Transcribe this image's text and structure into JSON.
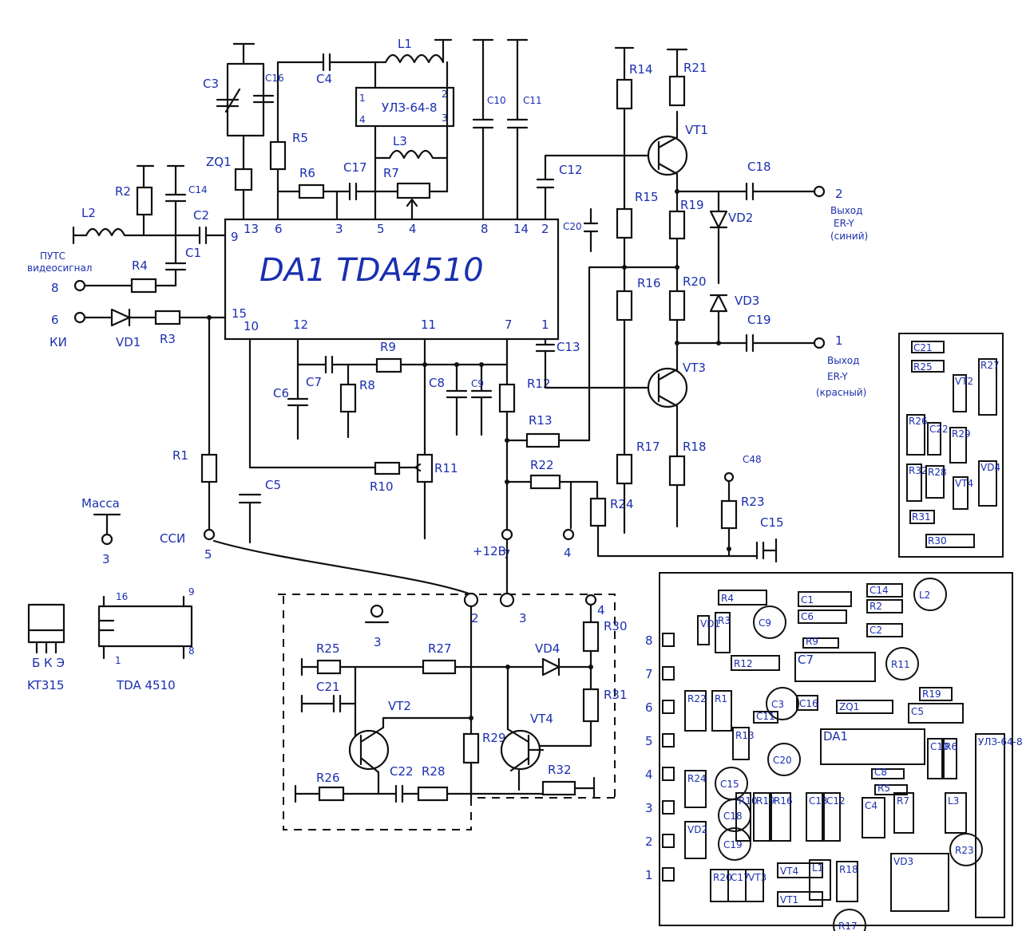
{
  "chip": {
    "ref": "DA1",
    "part": "TDA4510"
  },
  "module": "УЛЗ-64-8",
  "pins": {
    "p9": "9",
    "p13": "13",
    "p6": "6",
    "p3": "3",
    "p5": "5",
    "p4": "4",
    "p8": "8",
    "p14": "14",
    "p2": "2",
    "p15": "15",
    "p10": "10",
    "p12": "12",
    "p11": "11",
    "p7": "7",
    "p1": "1"
  },
  "module_pins": {
    "a": "1",
    "b": "2",
    "c": "4",
    "d": "3"
  },
  "parts": {
    "C3": "C3",
    "C16": "C16",
    "C4": "C4",
    "L1": "L1",
    "L3": "L3",
    "C10": "C10",
    "C11": "C11",
    "R14": "R14",
    "R21": "R21",
    "VT1": "VT1",
    "ZQ1": "ZQ1",
    "R5": "R5",
    "R6": "R6",
    "C17": "C17",
    "R7": "R7",
    "C12": "C12",
    "C18": "C18",
    "R2": "R2",
    "C14": "C14",
    "L2": "L2",
    "C2": "C2",
    "C1": "C1",
    "R4": "R4",
    "R15": "R15",
    "R19": "R19",
    "VD2": "VD2",
    "C20": "C20",
    "VD1": "VD1",
    "R3": "R3",
    "R16": "R16",
    "R20": "R20",
    "VD3": "VD3",
    "C19": "C19",
    "C13": "C13",
    "R9": "R9",
    "C6": "C6",
    "C7": "C7",
    "R8": "R8",
    "C8": "C8",
    "C9": "C9",
    "R12": "R12",
    "VT3": "VT3",
    "R13": "R13",
    "R1": "R1",
    "C5": "C5",
    "R10": "R10",
    "R11": "R11",
    "R22": "R22",
    "R17": "R17",
    "R18": "R18",
    "R24": "R24",
    "R23": "R23",
    "C15": "C15",
    "R25": "R25",
    "R27": "R27",
    "VD4": "VD4",
    "R30": "R30",
    "C21": "C21",
    "VT2": "VT2",
    "R31": "R31",
    "R29": "R29",
    "VT4": "VT4",
    "R26": "R26",
    "C22": "C22",
    "R28": "R28",
    "R32": "R32"
  },
  "terminals": {
    "lum_label_1": "ПУТС",
    "lum_label_2": "видеосигнал",
    "lum_num": "8",
    "ki_num": "6",
    "ki_label": "КИ",
    "ssi_label": "ССИ",
    "ssi_num": "5",
    "mass_label": "Масса",
    "mass_num": "3",
    "p12v": "+12В",
    "p12v_num": "7",
    "t4": "4",
    "out2_num": "2",
    "out2_l1": "Выход",
    "out2_l2": "ER-Y",
    "out2_l3": "(синий)",
    "out1_num": "1",
    "out1_l1": "Выход",
    "out1_l2": "ER-Y",
    "out1_l3": "(красный)",
    "g8": "С48"
  },
  "lower_terms": {
    "t2": "2",
    "t3": "3",
    "t3b": "3",
    "t4": "4"
  },
  "kt315": {
    "name": "KT315",
    "pins": "Б К Э"
  },
  "tda_pkg": {
    "name": "TDA 4510",
    "p16": "16",
    "p9": "9",
    "p1": "1",
    "p8": "8"
  },
  "board_main": {
    "edge_pins": [
      "8",
      "7",
      "6",
      "5",
      "4",
      "3",
      "2",
      "1"
    ],
    "labels": [
      "R4",
      "C1",
      "C14",
      "C9",
      "R3",
      "C6",
      "R2",
      "VD1",
      "R11",
      "C2",
      "L2",
      "R9",
      "R12",
      "C7",
      "C3",
      "C16",
      "ZQ1",
      "R19",
      "R22",
      "R1",
      "C5",
      "C11",
      "R13",
      "C20",
      "DA1",
      "C10",
      "R6",
      "C15",
      "C8",
      "R5",
      "R24",
      "C18",
      "C19",
      "R10",
      "R19",
      "R16",
      "C13",
      "C12",
      "C4",
      "R7",
      "L3",
      "R23",
      "VD2",
      "R20",
      "VT3",
      "VT4",
      "L1",
      "VD3",
      "C17",
      "VT1",
      "R18",
      "R17",
      "УЛЗ-64-8"
    ]
  },
  "board_small": {
    "labels": [
      "C21",
      "R25",
      "R27",
      "VT2",
      "R26",
      "C22",
      "R29",
      "R32",
      "R28",
      "VT4",
      "VD4",
      "R31",
      "R30"
    ]
  },
  "colors": {
    "ink": "#111111",
    "annot": "#1a2fb0",
    "paper": "#ffffff"
  }
}
